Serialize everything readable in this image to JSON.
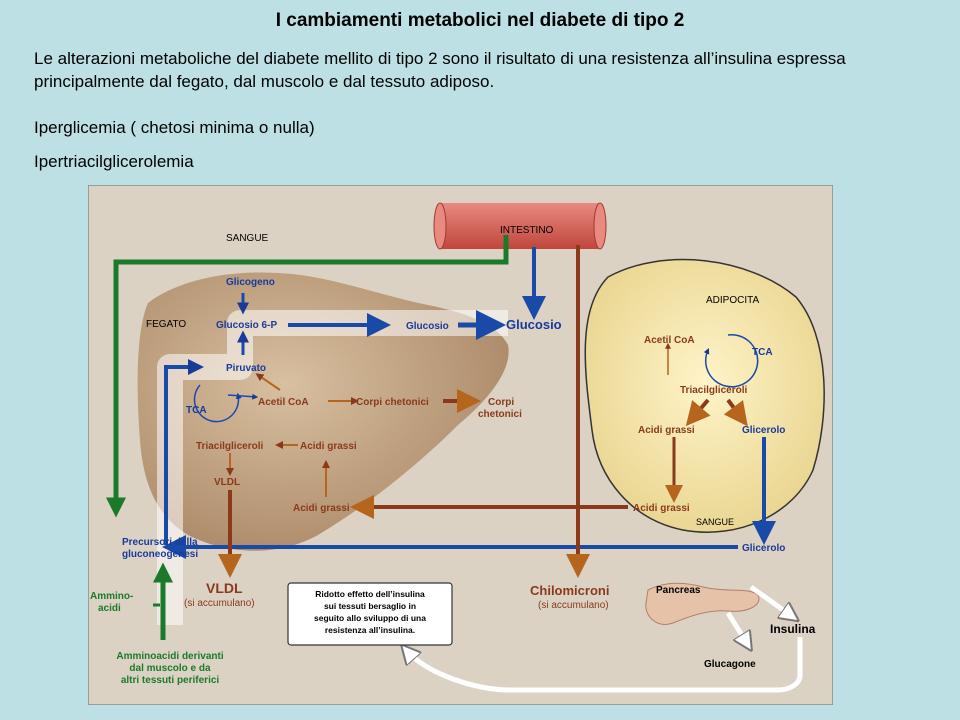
{
  "slide": {
    "title": "I cambiamenti metabolici nel diabete di tipo 2",
    "intro": "Le alterazioni metaboliche del diabete mellito di tipo 2 sono il risultato di una resistenza all’insulina espressa principalmente dal fegato, dal muscolo e dal tessuto adiposo.",
    "bullets": [
      "Iperglicemia ( chetosi minima o nulla)",
      "Ipertriacilglicerolemia"
    ]
  },
  "diagram": {
    "sangue_top": "SANGUE",
    "intestino": "INTESTINO",
    "fegato": "FEGATO",
    "adipocita": "ADIPOCITA",
    "glicogeno": "Glicogeno",
    "glucosio6p": "Glucosio 6-P",
    "glucosio_liver": "Glucosio",
    "glucosio_blood": "Glucosio",
    "piruvato": "Piruvato",
    "tca_liver": "TCA",
    "acetilcoa_liver": "Acetil CoA",
    "corpi_chetonici_liver": "Corpi chetonici",
    "corpi_chetonici_blood_1": "Corpi",
    "corpi_chetonici_blood_2": "chetonici",
    "triacilgliceroli_liver": "Triacilgliceroli",
    "acidi_grassi_liver": "Acidi grassi",
    "vldl_liver": "VLDL",
    "acidi_grassi_blood_left": "Acidi grassi",
    "acidi_grassi_blood_right": "Acidi grassi",
    "acetilcoa_adipo": "Acetil CoA",
    "tca_adipo": "TCA",
    "triacilgliceroli_adipo": "Triacilgliceroli",
    "acidi_grassi_adipo": "Acidi grassi",
    "glicerolo_adipo": "Glicerolo",
    "sangue_bottom": "SANGUE",
    "glicerolo_blood": "Glicerolo",
    "precursori_1": "Precursori della",
    "precursori_2": "gluconeogenesi",
    "ammino_1": "Ammino-",
    "ammino_2": "acidi",
    "vldl_out": "VLDL",
    "vldl_out_sub": "(si accumulano)",
    "chilomicroni": "Chilomicroni",
    "chilomicroni_sub": "(si accumulano)",
    "box_lines": [
      "Ridotto effetto dell’insulina",
      "sui tessuti bersaglio in",
      "seguito allo sviluppo di una",
      "resistenza all’insulina."
    ],
    "pancreas": "Pancreas",
    "insulina": "Insulina",
    "glucagone": "Glucagone",
    "amminoacidi_1": "Amminoacidi derivanti",
    "amminoacidi_2": "dal muscolo e da",
    "amminoacidi_3": "altri tessuti periferici"
  }
}
